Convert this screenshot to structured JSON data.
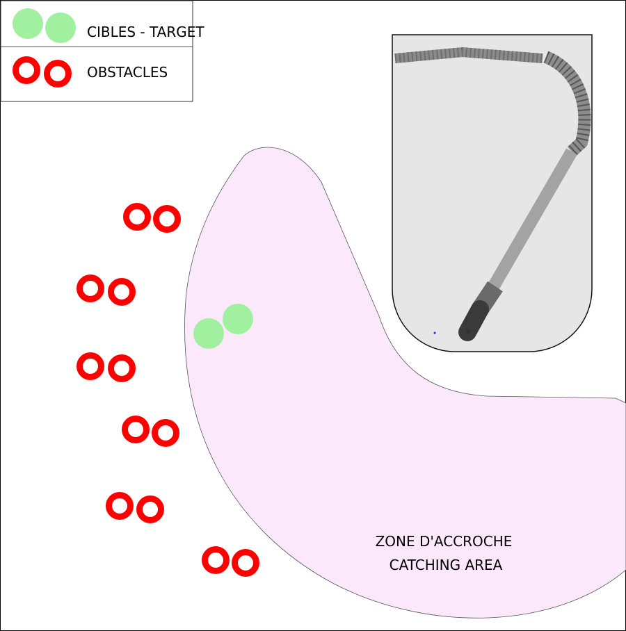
{
  "legend": {
    "target_label": "CIBLES - TARGET",
    "obstacle_label": "OBSTACLES"
  },
  "zone": {
    "line1": "ZONE D'ACCROCHE",
    "line2": "CATCHING AREA"
  },
  "colors": {
    "target": "#a0f0a0",
    "obstacle": "#ff0000",
    "zone_fill": "#fbe8fb",
    "panel_fill": "#e5e6e5"
  }
}
